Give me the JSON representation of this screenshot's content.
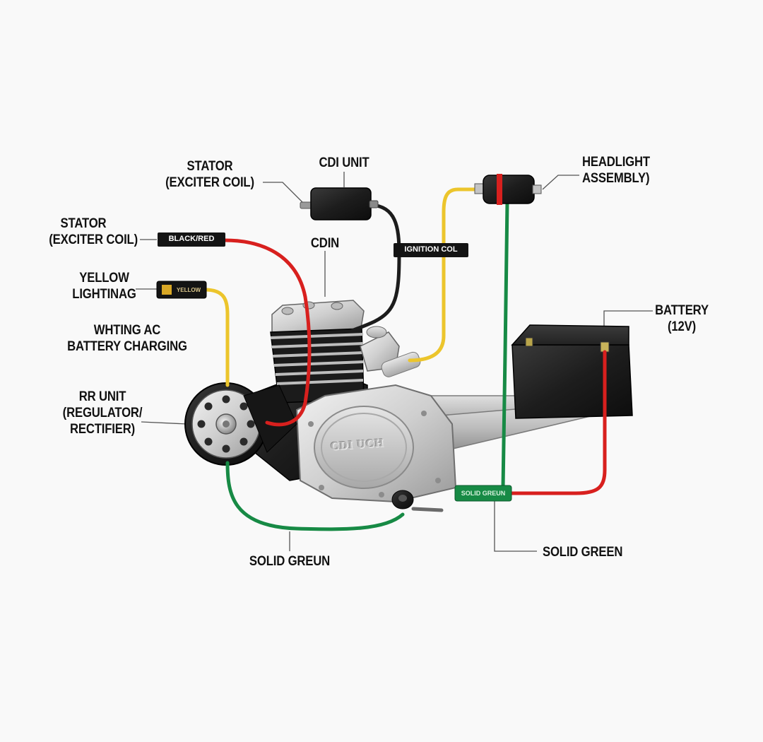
{
  "labels": {
    "stator_top": [
      "STATOR",
      "(EXCITER COIL)"
    ],
    "cdi_unit": "CDI UNIT",
    "headlight": [
      "HEADLIGHT",
      "ASSEMBLY)"
    ],
    "stator_left": [
      "STATOR",
      "(EXCITER COIL)"
    ],
    "cdin": "CDIN",
    "yellow": [
      "YELLOW",
      "LIGHTINAG"
    ],
    "whting": [
      "WHTING AC",
      "BATTERY CHARGING"
    ],
    "rr_unit": [
      "RR UNIT",
      "(REGULATOR/",
      "RECTIFIER)"
    ],
    "battery": [
      "BATTERY",
      "(12V)"
    ],
    "solid_greun": "SOLID GREUN",
    "solid_green": "SOLID GREEN"
  },
  "tags": {
    "black_red": "BLACK/RED",
    "ignition": "IGNITION COL",
    "yellow_connector": "YELLOW",
    "solid_green_connector": "SOLID GREUN"
  },
  "engine_cover_text": "CDI UCH",
  "colors": {
    "wire_red": "#d8201e",
    "wire_yellow": "#ecc52c",
    "wire_green": "#178a45",
    "wire_black": "#1c1c1c",
    "tag_black": "#141414",
    "background": "#f9f9f9"
  }
}
